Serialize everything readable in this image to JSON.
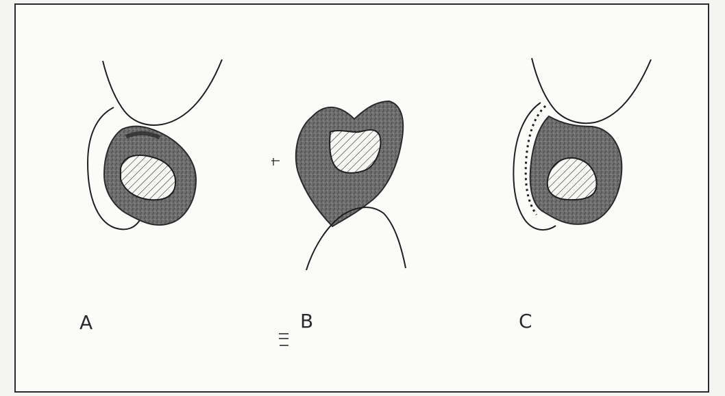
{
  "figure": {
    "panels": [
      {
        "id": "A",
        "label": "A"
      },
      {
        "id": "B",
        "label": "B"
      },
      {
        "id": "C",
        "label": "C"
      }
    ],
    "colors": {
      "ink": "#1f1f1f",
      "stipple": "#4b4b4b",
      "paper": "#fbfbfa"
    }
  }
}
